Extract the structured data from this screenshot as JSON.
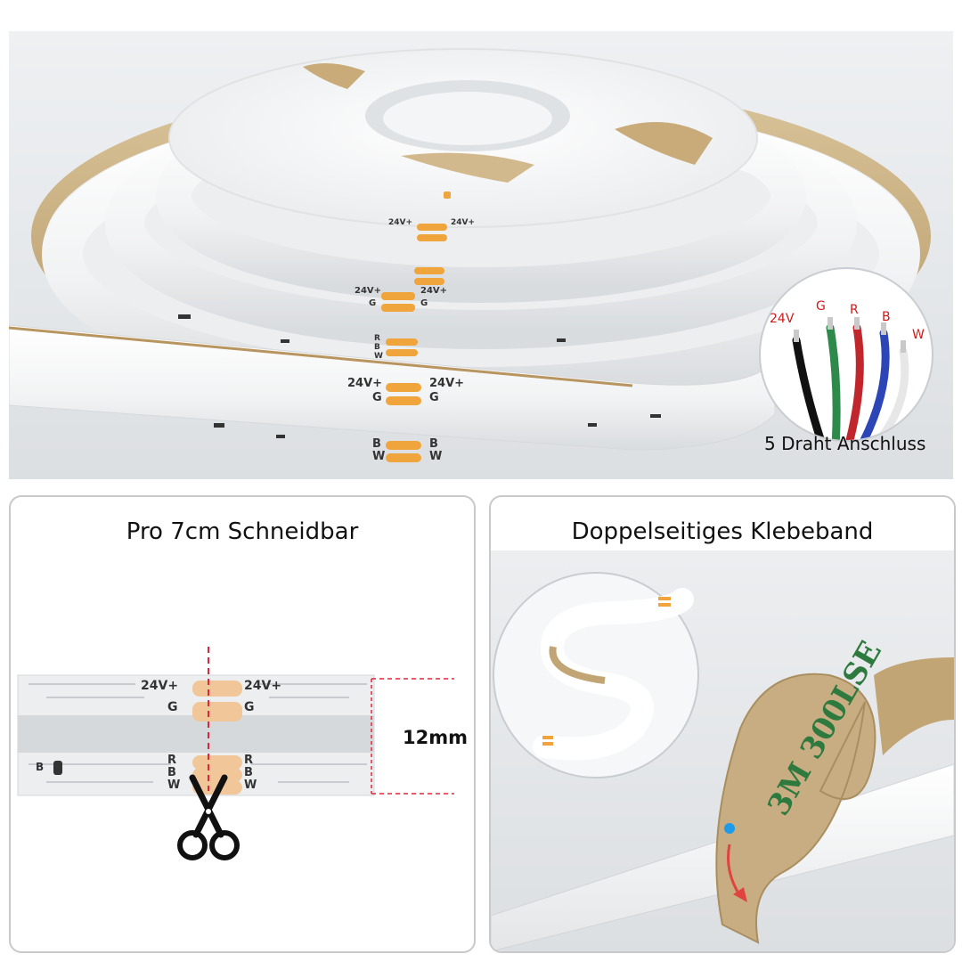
{
  "top": {
    "strip_labels": {
      "v1_left": "24V+",
      "v1_right": "24V+",
      "g_left": "G",
      "g_right": "G",
      "b_left": "B",
      "b_right": "B",
      "w_left": "W",
      "w_right": "W",
      "v2_left": "24V+",
      "v2_right": "24V+",
      "g2_left": "G",
      "g2_right": "G",
      "r2": "R",
      "b2": "B",
      "w2": "W",
      "v3": "24V+",
      "v3r": "24V+"
    },
    "wire_inset": {
      "labels": [
        {
          "text": "24V",
          "color": "#d11a1a"
        },
        {
          "text": "G",
          "color": "#d11a1a"
        },
        {
          "text": "R",
          "color": "#d11a1a"
        },
        {
          "text": "B",
          "color": "#d11a1a"
        },
        {
          "text": "W",
          "color": "#d11a1a"
        }
      ],
      "wire_colors": [
        "#111111",
        "#2e8a4a",
        "#c0262c",
        "#2c46b8",
        "#f4f4f4"
      ],
      "caption": "5 Draht Anschluss"
    }
  },
  "left_panel": {
    "title": "Pro 7cm Schneidbar",
    "dimension": "12mm",
    "pads": {
      "v_left": "24V+",
      "v_right": "24V+",
      "g_left": "G",
      "g_right": "G",
      "r_left": "R",
      "r_right": "R",
      "b_left": "B",
      "b_right": "B",
      "w_left": "W",
      "w_right": "W",
      "b_far": "B"
    },
    "cut_line_color": "#e0263a",
    "pad_color": "#f1c79a"
  },
  "right_panel": {
    "title": "Doppelseitiges Klebeband",
    "tape_text": "3M 300LSE",
    "tape_color": "#c9ad82",
    "arrow_color": "#e0443e",
    "dot_color": "#1e9be8"
  }
}
